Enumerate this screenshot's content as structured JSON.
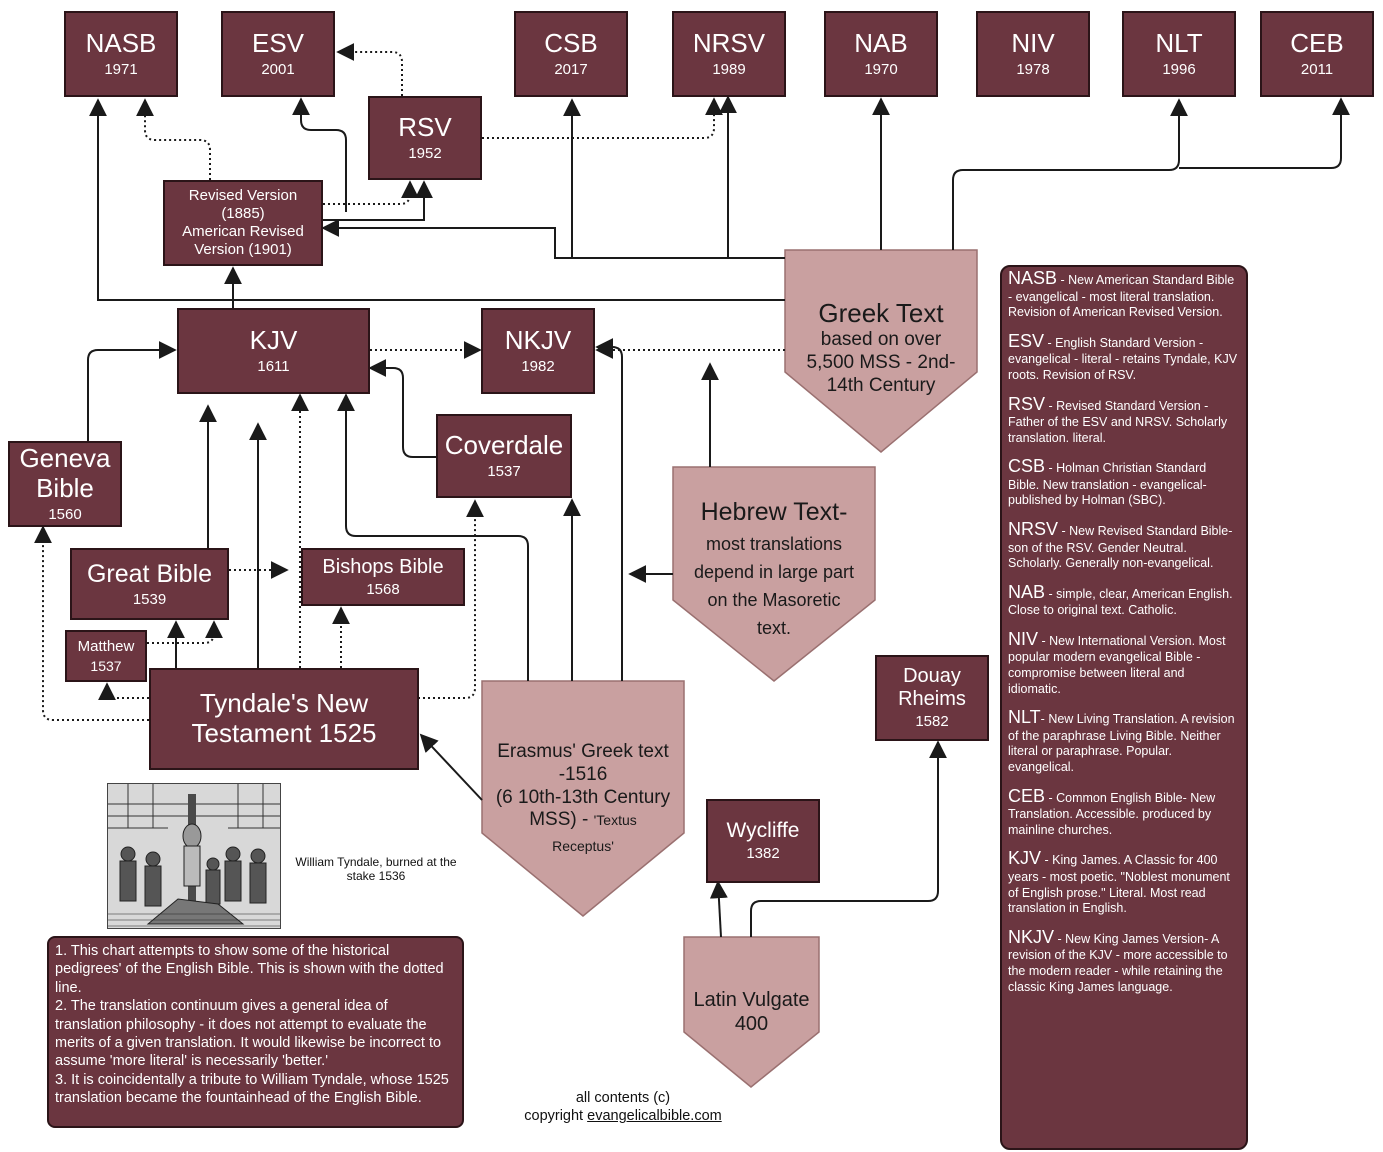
{
  "boxes": {
    "nasb": {
      "title": "NASB",
      "year": "1971"
    },
    "esv": {
      "title": "ESV",
      "year": "2001"
    },
    "csb": {
      "title": "CSB",
      "year": "2017"
    },
    "nrsv": {
      "title": "NRSV",
      "year": "1989"
    },
    "nab": {
      "title": "NAB",
      "year": "1970"
    },
    "niv": {
      "title": "NIV",
      "year": "1978"
    },
    "nlt": {
      "title": "NLT",
      "year": "1996"
    },
    "ceb": {
      "title": "CEB",
      "year": "2011"
    },
    "rsv": {
      "title": "RSV",
      "year": "1952"
    },
    "revised": {
      "line1": "Revised Version",
      "line2": "(1885)",
      "line3": "American Revised",
      "line4": "Version (1901)"
    },
    "kjv": {
      "title": "KJV",
      "year": "1611"
    },
    "nkjv": {
      "title": "NKJV",
      "year": "1982"
    },
    "geneva": {
      "line1": "Geneva",
      "line2": "Bible",
      "year": "1560"
    },
    "coverdale": {
      "title": "Coverdale",
      "year": "1537"
    },
    "great": {
      "title": "Great Bible",
      "year": "1539"
    },
    "bishops": {
      "title": "Bishops Bible",
      "year": "1568"
    },
    "matthew": {
      "title": "Matthew",
      "year": "1537"
    },
    "tyndale": {
      "line1": "Tyndale's New",
      "line2": "Testament 1525"
    },
    "douay": {
      "line1": "Douay",
      "line2": "Rheims",
      "year": "1582"
    },
    "wycliffe": {
      "title": "Wycliffe",
      "year": "1382"
    }
  },
  "sources": {
    "greek": {
      "title": "Greek Text",
      "line1": "based on over",
      "line2": "5,500 MSS - 2nd-",
      "line3": "14th Century"
    },
    "hebrew": {
      "title": "Hebrew Text-",
      "line1": "most translations",
      "line2": "depend in large part",
      "line3": "on the Masoretic",
      "line4": "text."
    },
    "erasmus": {
      "line1": "Erasmus' Greek text",
      "line2": "-1516",
      "line3": "(6 10th-13th Century",
      "line4": "MSS) - ",
      "line4b": "'Textus",
      "line5": "Receptus'"
    },
    "vulgate": {
      "line1": "Latin Vulgate",
      "line2": "400"
    }
  },
  "legend": [
    {
      "abbr": "NASB",
      "dash": " - ",
      "text": "New American Standard Bible - evangelical - most literal translation. Revision of American Revised Version."
    },
    {
      "abbr": "ESV",
      "dash": " - ",
      "text": "English Standard Version - evangelical - literal - retains Tyndale, KJV roots. Revision of RSV."
    },
    {
      "abbr": "RSV",
      "dash": " - ",
      "text": "Revised Standard Version - Father of the ESV and NRSV. Scholarly translation. literal."
    },
    {
      "abbr": "CSB",
      "dash": " - ",
      "text": "Holman Christian Standard Bible. New translation - evangelical- published by Holman (SBC)."
    },
    {
      "abbr": "NRSV",
      "dash": " - ",
      "text": "New Revised Standard Bible- son of the RSV. Gender Neutral. Scholarly. Generally non-evangelical."
    },
    {
      "abbr": "NAB",
      "dash": " - ",
      "text": "simple, clear, American English.  Close to original text. Catholic."
    },
    {
      "abbr": "NIV",
      "dash": " - ",
      "text": "New International Version. Most popular modern evangelical Bible -compromise between literal and idiomatic."
    },
    {
      "abbr": "NLT",
      "dash": "- ",
      "text": "New Living Translation.  A revision of the paraphrase Living Bible. Neither literal or paraphrase. Popular. evangelical."
    },
    {
      "abbr": "CEB",
      "dash": " - ",
      "text": "Common English Bible- New Translation. Accessible. produced by mainline churches."
    },
    {
      "abbr": "KJV",
      "dash": " - ",
      "text": "King James.  A Classic for 400 years - most poetic. \"Noblest monument of English prose.\" Literal. Most read translation in English."
    },
    {
      "abbr": "NKJV",
      "dash": " -  ",
      "text": "New King James Version- A revision of the KJV - more accessible to the modern reader - while retaining the classic King James language."
    }
  ],
  "notes": {
    "p1": "1. This chart attempts to show some of the historical pedigrees' of the English Bible.  This is shown with the dotted line.",
    "p2": "2. The translation continuum gives a general idea of translation philosophy - it does not attempt to evaluate the merits of a given translation. It would likewise be incorrect to assume 'more literal' is necessarily 'better.'",
    "p3": "3. It is coincidentally a tribute to William Tyndale, whose 1525 translation became the fountainhead of the English Bible."
  },
  "caption": "William Tyndale, burned at the stake 1536",
  "credit": {
    "line1": "all contents (c)",
    "line2_prefix": "copyright ",
    "link": "evangelicalbible.com"
  },
  "colors": {
    "box": "#6b3640",
    "border": "#2b1418",
    "source": "#c9a0a0",
    "line": "#1a1a1a"
  }
}
